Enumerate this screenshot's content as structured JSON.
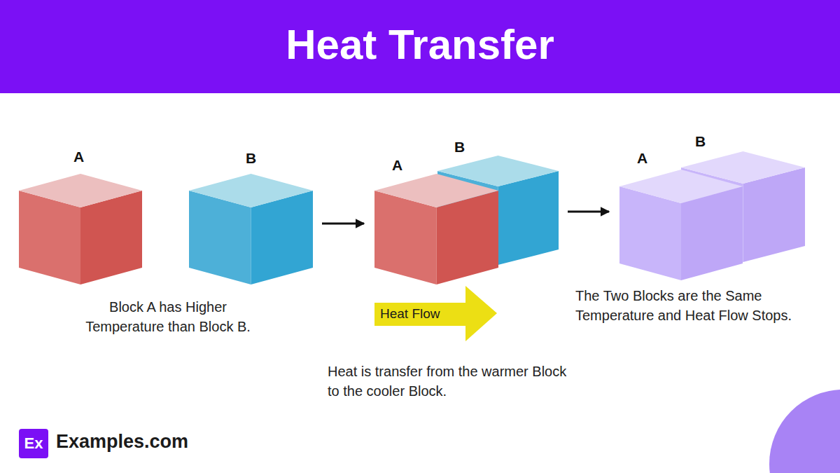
{
  "diagram": {
    "title": "Heat Transfer",
    "nodes": [
      {
        "text": [
          "A"
        ]
      },
      {
        "text": [
          "B"
        ]
      },
      {
        "text": [
          "A"
        ]
      },
      {
        "text": [
          "B"
        ]
      },
      {
        "text": [
          "Heat Flow"
        ]
      },
      {
        "text": [
          "A"
        ]
      },
      {
        "text": [
          "B"
        ]
      },
      {
        "text": [
          "Ex"
        ]
      }
    ],
    "edges": [
      {
        "from": 1,
        "to": 2,
        "arrow": "to"
      },
      {
        "from": 3,
        "to": 5,
        "arrow": "to"
      }
    ],
    "labels": [
      "Block A has Higher Temperature than Block B.",
      "Heat is transfer from the warmer Block to the cooler Block.",
      "The Two Blocks are the Same Temperature and Heat Flow Stops.",
      "Examples.com"
    ]
  }
}
